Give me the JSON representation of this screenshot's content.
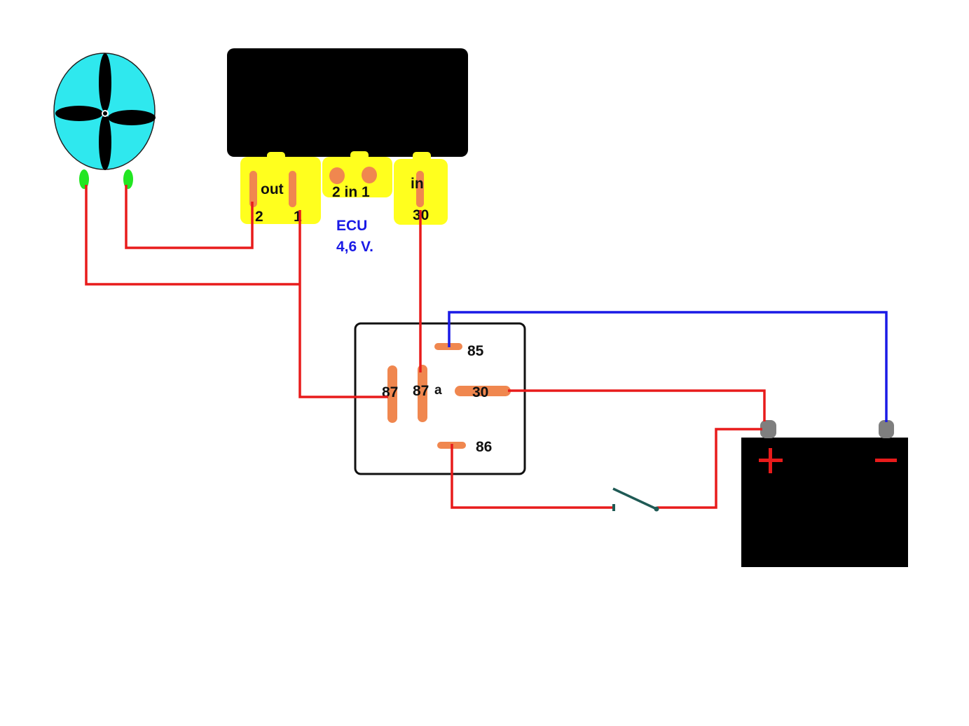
{
  "colors": {
    "wire_power": "#e81b1b",
    "wire_ground": "#1a1ae6",
    "pin": "#f0874f",
    "connector": "#ffff1e",
    "fan_body": "#2fe8ee",
    "fan_terminal": "#22e622",
    "battery_post": "#7f7f7f",
    "battery_sign": "#e81b1b",
    "switch": "#1f5a55",
    "ecu_label": "#1a1ae6"
  },
  "fan": {
    "icon": "fan-icon"
  },
  "ecu": {
    "connector_out": {
      "label": "out",
      "pin_2": "2",
      "pin_1": "1"
    },
    "connector_mid": {
      "label": "2 in 1"
    },
    "connector_in": {
      "label": "in",
      "pin_30": "30"
    },
    "name": "ECU",
    "voltage": "4,6 V."
  },
  "relay": {
    "pin_85": "85",
    "pin_87": "87",
    "pin_87a": "87",
    "pin_87a_suffix": "a",
    "pin_30": "30",
    "pin_86": "86"
  },
  "battery": {
    "positive": "+",
    "negative": "−"
  }
}
